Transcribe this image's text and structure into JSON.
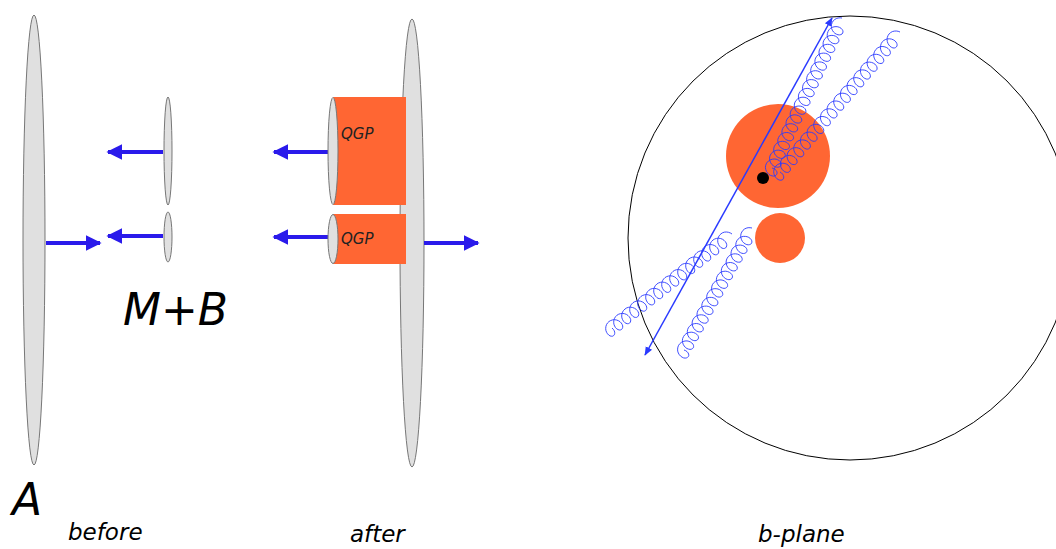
{
  "diagram": {
    "nodes": [
      {
        "text": [
          "QGP"
        ]
      },
      {
        "text": [
          "QGP"
        ]
      }
    ],
    "labels": [
      "A",
      "M+B",
      "before",
      "after",
      "b-plane"
    ]
  }
}
